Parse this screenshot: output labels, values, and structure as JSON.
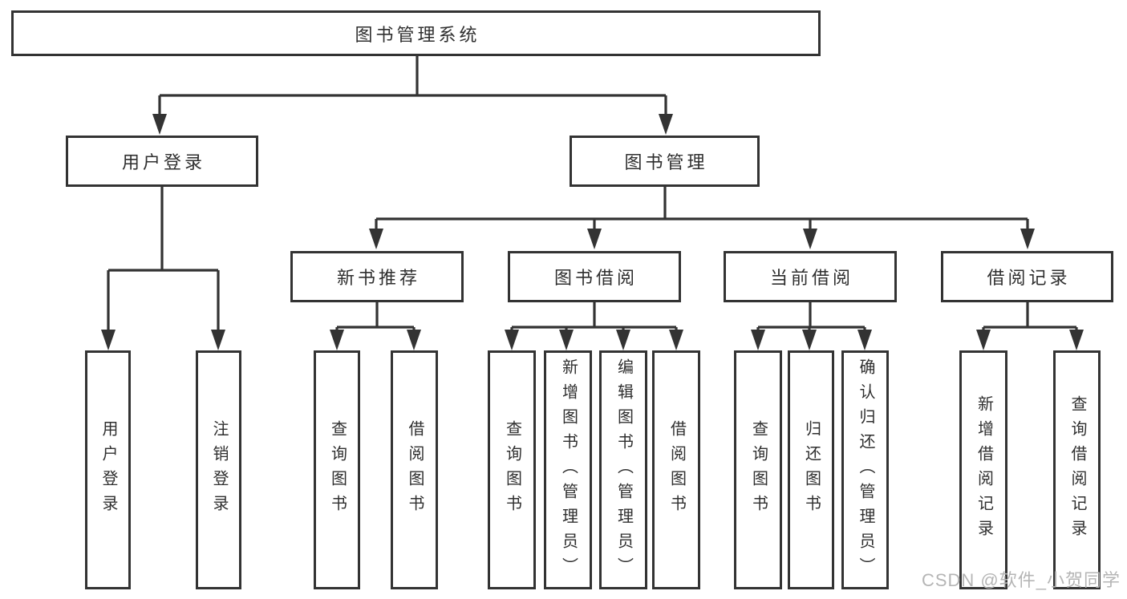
{
  "diagram": {
    "title_node": "图书管理系统",
    "level2_nodes": [
      {
        "label": "用户登录",
        "parent": "图书管理系统"
      },
      {
        "label": "图书管理",
        "parent": "图书管理系统"
      }
    ],
    "level3_nodes": [
      {
        "label": "新书推荐",
        "parent": "图书管理"
      },
      {
        "label": "图书借阅",
        "parent": "图书管理"
      },
      {
        "label": "当前借阅",
        "parent": "图书管理"
      },
      {
        "label": "借阅记录",
        "parent": "图书管理"
      }
    ],
    "leaf_nodes": [
      {
        "label": "用户登录",
        "parent": "用户登录"
      },
      {
        "label": "注销登录",
        "parent": "用户登录"
      },
      {
        "label": "查询图书",
        "parent": "新书推荐"
      },
      {
        "label": "借阅图书",
        "parent": "新书推荐"
      },
      {
        "label": "查询图书",
        "parent": "图书借阅"
      },
      {
        "label": "新增图书（管理员）",
        "parent": "图书借阅"
      },
      {
        "label": "编辑图书（管理员）",
        "parent": "图书借阅"
      },
      {
        "label": "借阅图书",
        "parent": "图书借阅"
      },
      {
        "label": "查询图书",
        "parent": "当前借阅"
      },
      {
        "label": "归还图书",
        "parent": "当前借阅"
      },
      {
        "label": "确认归还（管理员）",
        "parent": "当前借阅"
      },
      {
        "label": "新增借阅记录",
        "parent": "借阅记录"
      },
      {
        "label": "查询借阅记录",
        "parent": "借阅记录"
      }
    ],
    "watermark": "CSDN @软件_小贺同学",
    "colors": {
      "line": "#333333",
      "text": "#2f2f2f",
      "background": "#ffffff",
      "watermark": "#b5b5b5"
    }
  }
}
